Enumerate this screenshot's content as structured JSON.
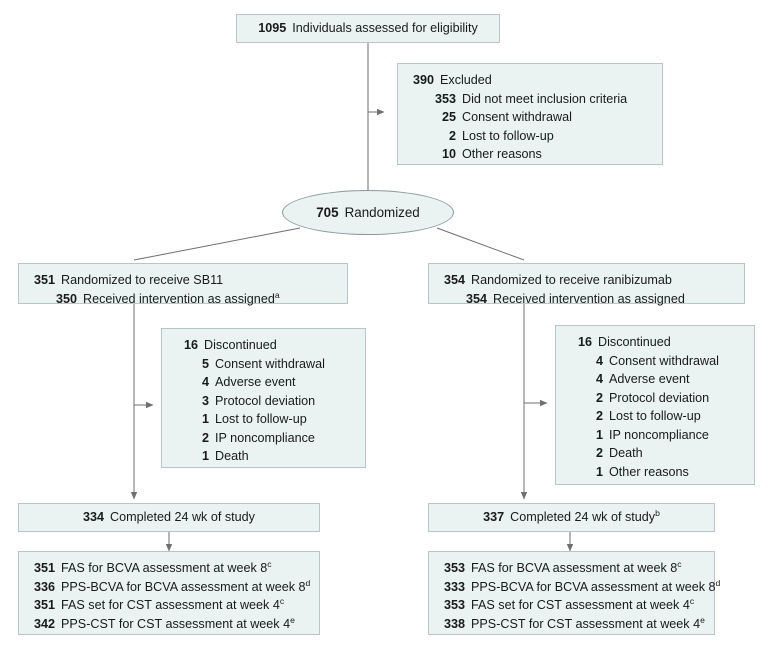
{
  "chart_data": {
    "type": "diagram",
    "title": "CONSORT participant flow diagram",
    "nodes": [
      {
        "id": "assessed",
        "number": "1095",
        "label": "Individuals assessed for eligibility"
      },
      {
        "id": "excluded",
        "number": "390",
        "label": "Excluded"
      },
      {
        "id": "randomized",
        "number": "705",
        "label": "Randomized"
      }
    ]
  },
  "assessed": {
    "number": "1095",
    "label": "Individuals assessed for eligibility"
  },
  "excluded": {
    "number": "390",
    "label": "Excluded",
    "reasons": [
      {
        "number": "353",
        "label": "Did not meet inclusion criteria"
      },
      {
        "number": "25",
        "label": "Consent withdrawal"
      },
      {
        "number": "2",
        "label": "Lost to follow-up"
      },
      {
        "number": "10",
        "label": "Other reasons"
      }
    ]
  },
  "randomized": {
    "number": "705",
    "label": "Randomized"
  },
  "left_arm": {
    "allocation": {
      "number": "351",
      "label": "Randomized to receive SB11",
      "received_number": "350",
      "received_label": "Received intervention as assigned",
      "received_sup": "a"
    },
    "discontinued": {
      "number": "16",
      "label": "Discontinued",
      "reasons": [
        {
          "number": "5",
          "label": "Consent withdrawal"
        },
        {
          "number": "4",
          "label": "Adverse event"
        },
        {
          "number": "3",
          "label": "Protocol deviation"
        },
        {
          "number": "1",
          "label": "Lost to follow-up"
        },
        {
          "number": "2",
          "label": "IP noncompliance"
        },
        {
          "number": "1",
          "label": "Death"
        }
      ]
    },
    "completed": {
      "number": "334",
      "label": "Completed 24 wk of study",
      "sup": ""
    },
    "analysis": [
      {
        "number": "351",
        "label": "FAS for BCVA assessment at week 8",
        "sup": "c"
      },
      {
        "number": "336",
        "label": "PPS-BCVA for BCVA assessment at week 8",
        "sup": "d"
      },
      {
        "number": "351",
        "label": "FAS set for CST assessment at week 4",
        "sup": "c"
      },
      {
        "number": "342",
        "label": "PPS-CST for CST assessment at week 4",
        "sup": "e"
      }
    ]
  },
  "right_arm": {
    "allocation": {
      "number": "354",
      "label": "Randomized to receive ranibizumab",
      "received_number": "354",
      "received_label": "Received intervention as assigned",
      "received_sup": ""
    },
    "discontinued": {
      "number": "16",
      "label": "Discontinued",
      "reasons": [
        {
          "number": "4",
          "label": "Consent withdrawal"
        },
        {
          "number": "4",
          "label": "Adverse event"
        },
        {
          "number": "2",
          "label": "Protocol deviation"
        },
        {
          "number": "2",
          "label": "Lost to follow-up"
        },
        {
          "number": "1",
          "label": "IP noncompliance"
        },
        {
          "number": "2",
          "label": "Death"
        },
        {
          "number": "1",
          "label": "Other reasons"
        }
      ]
    },
    "completed": {
      "number": "337",
      "label": "Completed 24 wk of study",
      "sup": "b"
    },
    "analysis": [
      {
        "number": "353",
        "label": "FAS for BCVA assessment at week 8",
        "sup": "c"
      },
      {
        "number": "333",
        "label": "PPS-BCVA for BCVA assessment at week 8",
        "sup": "d"
      },
      {
        "number": "353",
        "label": "FAS set for CST assessment at week 4",
        "sup": "c"
      },
      {
        "number": "338",
        "label": "PPS-CST for CST assessment at week 4",
        "sup": "e"
      }
    ]
  },
  "colors": {
    "box_fill": "#eaf2f2",
    "box_border": "#b9c6c8",
    "connector": "#6f6f6f",
    "text": "#1a1a1a"
  }
}
